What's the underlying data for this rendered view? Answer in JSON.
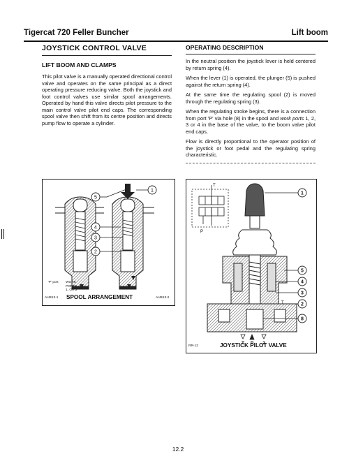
{
  "header": {
    "title": "Tigercat 720 Feller Buncher",
    "section": "Lift boom"
  },
  "left": {
    "heading": "JOYSTICK CONTROL VALVE",
    "subheading": "LIFT BOOM AND CLAMPS",
    "paragraph": "This pilot valve is a manually operated directional control valve and operates on the same principal as a direct operating pressure reducing valve. Both the joystick and foot control valves use similar spool arrangements. Operated by hand this valve directs pilot pressure to the main control valve pilot end caps. The corresponding spool valve then shift from its centre position and directs pump flow to operate a cylinder."
  },
  "right": {
    "heading": "OPERATING DESCRIPTION",
    "p1": "In the neutral position the joystick lever is held centered by return spring (4).",
    "p2": "When the lever (1) is operated, the plunger (5) is pushed against the return spring (4).",
    "p3": "At the same time the regulating spool (2) is moved through the regulating spring (3).",
    "p4_a": "When the regulating stroke begins, there is a connection from port 'P' via hole (8) in the spool and ",
    "p4_em": "work ports",
    "p4_b": " 1, 2, 3 or 4 in the base of the valve, to the boom valve pilot end caps.",
    "p5": "Flow is directly proportional to the operator position of the joystick or foot pedal and the regulating spring characteristic."
  },
  "figure_left": {
    "caption": "SPOOL ARRANGEMENT",
    "ref_left": "AUB13-1",
    "ref_right": "AUB13-2",
    "label_p_port": "'P' port",
    "label_work_ports_1": "WORK",
    "label_work_ports_2": "PORTS",
    "label_work_ports_3": "1, OR 2",
    "callouts": [
      "5",
      "1",
      "4",
      "3",
      "2"
    ]
  },
  "figure_right": {
    "caption": "JOYSTICK PILOT VALVE",
    "ref": "RR-12",
    "label_t_top": "T",
    "label_p_top": "P",
    "label_t_side": "T",
    "bottom_labels": [
      "T",
      "P",
      "2"
    ],
    "callouts": [
      "1",
      "5",
      "4",
      "3",
      "2",
      "8"
    ]
  },
  "page_number": "12.2"
}
